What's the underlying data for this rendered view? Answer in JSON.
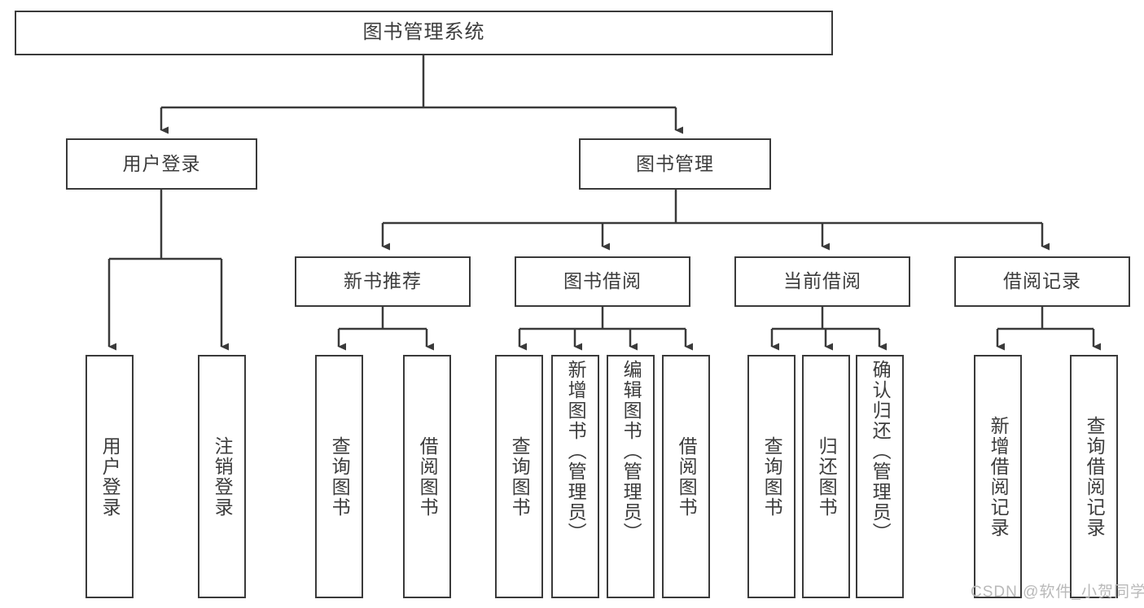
{
  "diagram": {
    "title": "图书管理系统",
    "type": "tree-structure-chart",
    "watermark": "CSDN @软件_小贺同学",
    "colors": {
      "stroke": "#3a3a3a",
      "text": "#3c3c3c",
      "background": "#ffffff",
      "watermark": "#b9b9b9"
    },
    "root": {
      "label": "图书管理系统"
    },
    "level2": [
      {
        "label": "用户登录"
      },
      {
        "label": "图书管理"
      }
    ],
    "level3": [
      {
        "label": "新书推荐"
      },
      {
        "label": "图书借阅"
      },
      {
        "label": "当前借阅"
      },
      {
        "label": "借阅记录"
      }
    ],
    "leaves": {
      "user_login": [
        {
          "label": "用户登录"
        },
        {
          "label": "注销登录"
        }
      ],
      "new_book_recommend": [
        {
          "label": "查询图书"
        },
        {
          "label": "借阅图书"
        }
      ],
      "book_borrow": [
        {
          "label": "查询图书"
        },
        {
          "label": "新增图书（管理员）"
        },
        {
          "label": "编辑图书（管理员）"
        },
        {
          "label": "借阅图书"
        }
      ],
      "current_borrow": [
        {
          "label": "查询图书"
        },
        {
          "label": "归还图书"
        },
        {
          "label": "确认归还（管理员）"
        }
      ],
      "borrow_records": [
        {
          "label": "新增借阅记录"
        },
        {
          "label": "查询借阅记录"
        }
      ]
    }
  }
}
